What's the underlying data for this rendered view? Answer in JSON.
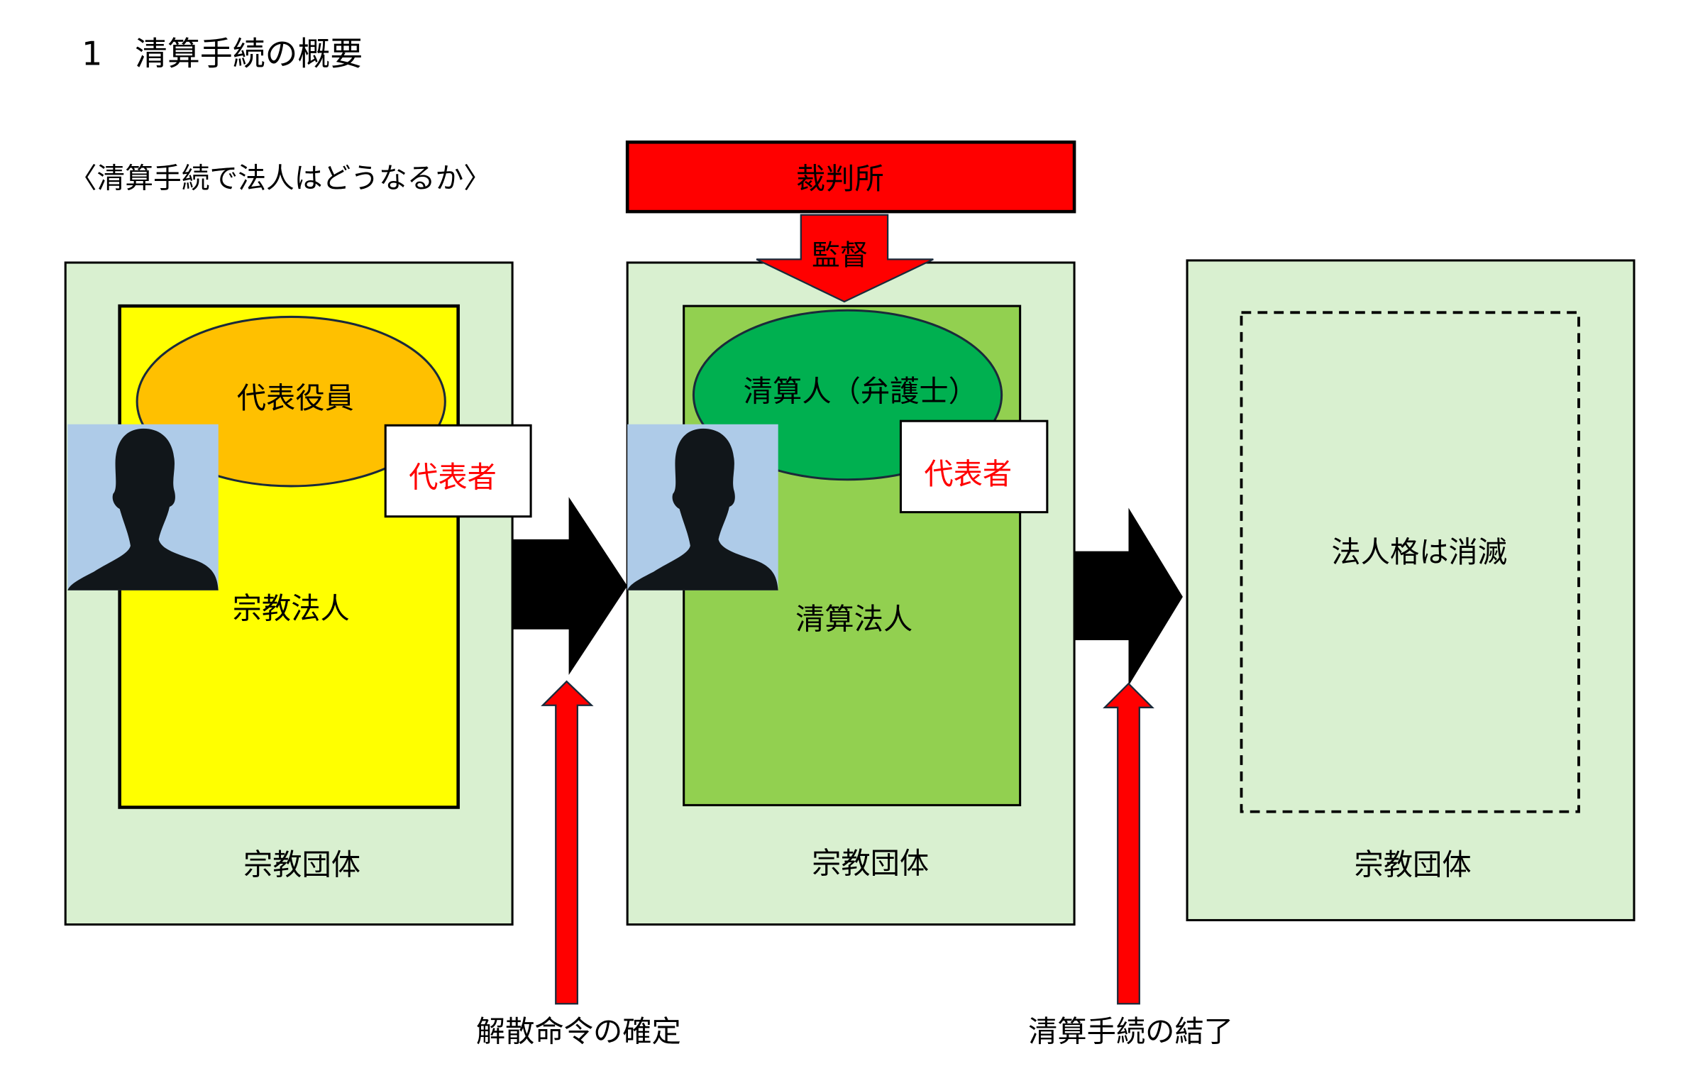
{
  "title": "1　清算手続の概要",
  "subtitle": "〈清算手続で法人はどうなるか〉",
  "court": {
    "label": "裁判所",
    "arrow_label": "監督"
  },
  "stages": [
    {
      "outer_label": "宗教団体",
      "inner_label": "宗教法人",
      "ellipse_label": "代表役員",
      "rep_label": "代表者"
    },
    {
      "outer_label": "宗教団体",
      "inner_label": "清算法人",
      "ellipse_label": "清算人（弁護士）",
      "rep_label": "代表者"
    },
    {
      "outer_label": "宗教団体",
      "inner_label": "法人格は消滅"
    }
  ],
  "events": [
    {
      "label": "解散命令の確定"
    },
    {
      "label": "清算手続の結了"
    }
  ],
  "colors": {
    "outer": "#d9f0d0",
    "yellow": "#ffff00",
    "orange": "#ffc000",
    "green_light": "#92d050",
    "green_dark": "#00b050",
    "red": "#ff0000",
    "photo_bg": "#aecbe8"
  }
}
